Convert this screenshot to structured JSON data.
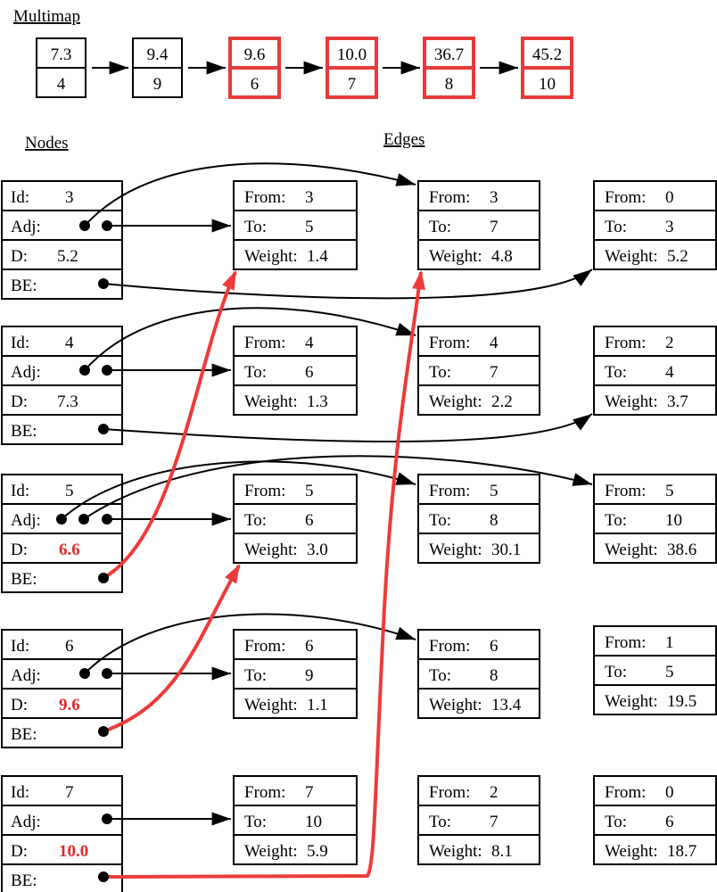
{
  "headings": {
    "multimap": "Multimap",
    "nodes": "Nodes",
    "edges": "Edges"
  },
  "colors": {
    "highlight": "#e83a3a",
    "normal": "#000000"
  },
  "multimap": [
    {
      "key": "7.3",
      "value": "4",
      "highlighted": false
    },
    {
      "key": "9.4",
      "value": "9",
      "highlighted": false
    },
    {
      "key": "9.6",
      "value": "6",
      "highlighted": true
    },
    {
      "key": "10.0",
      "value": "7",
      "highlighted": true
    },
    {
      "key": "36.7",
      "value": "8",
      "highlighted": true
    },
    {
      "key": "45.2",
      "value": "10",
      "highlighted": true
    }
  ],
  "node_labels": {
    "id": "Id:",
    "adj": "Adj:",
    "d": "D:",
    "be": "BE:"
  },
  "edge_labels": {
    "from": "From:",
    "to": "To:",
    "weight": "Weight:"
  },
  "nodes": [
    {
      "id": "3",
      "d": "5.2",
      "d_highlighted": false
    },
    {
      "id": "4",
      "d": "7.3",
      "d_highlighted": false
    },
    {
      "id": "5",
      "d": "6.6",
      "d_highlighted": true
    },
    {
      "id": "6",
      "d": "9.6",
      "d_highlighted": true
    },
    {
      "id": "7",
      "d": "10.0",
      "d_highlighted": true
    }
  ],
  "edges": [
    [
      {
        "from": "3",
        "to": "5",
        "weight": "1.4"
      },
      {
        "from": "3",
        "to": "7",
        "weight": "4.8"
      },
      {
        "from": "0",
        "to": "3",
        "weight": "5.2"
      }
    ],
    [
      {
        "from": "4",
        "to": "6",
        "weight": "1.3"
      },
      {
        "from": "4",
        "to": "7",
        "weight": "2.2"
      },
      {
        "from": "2",
        "to": "4",
        "weight": "3.7"
      }
    ],
    [
      {
        "from": "5",
        "to": "6",
        "weight": "3.0"
      },
      {
        "from": "5",
        "to": "8",
        "weight": "30.1"
      },
      {
        "from": "5",
        "to": "10",
        "weight": "38.6"
      }
    ],
    [
      {
        "from": "6",
        "to": "9",
        "weight": "1.1"
      },
      {
        "from": "6",
        "to": "8",
        "weight": "13.4"
      },
      {
        "from": "1",
        "to": "5",
        "weight": "19.5"
      }
    ],
    [
      {
        "from": "7",
        "to": "10",
        "weight": "5.9"
      },
      {
        "from": "2",
        "to": "7",
        "weight": "8.1"
      },
      {
        "from": "0",
        "to": "6",
        "weight": "18.7"
      }
    ]
  ]
}
